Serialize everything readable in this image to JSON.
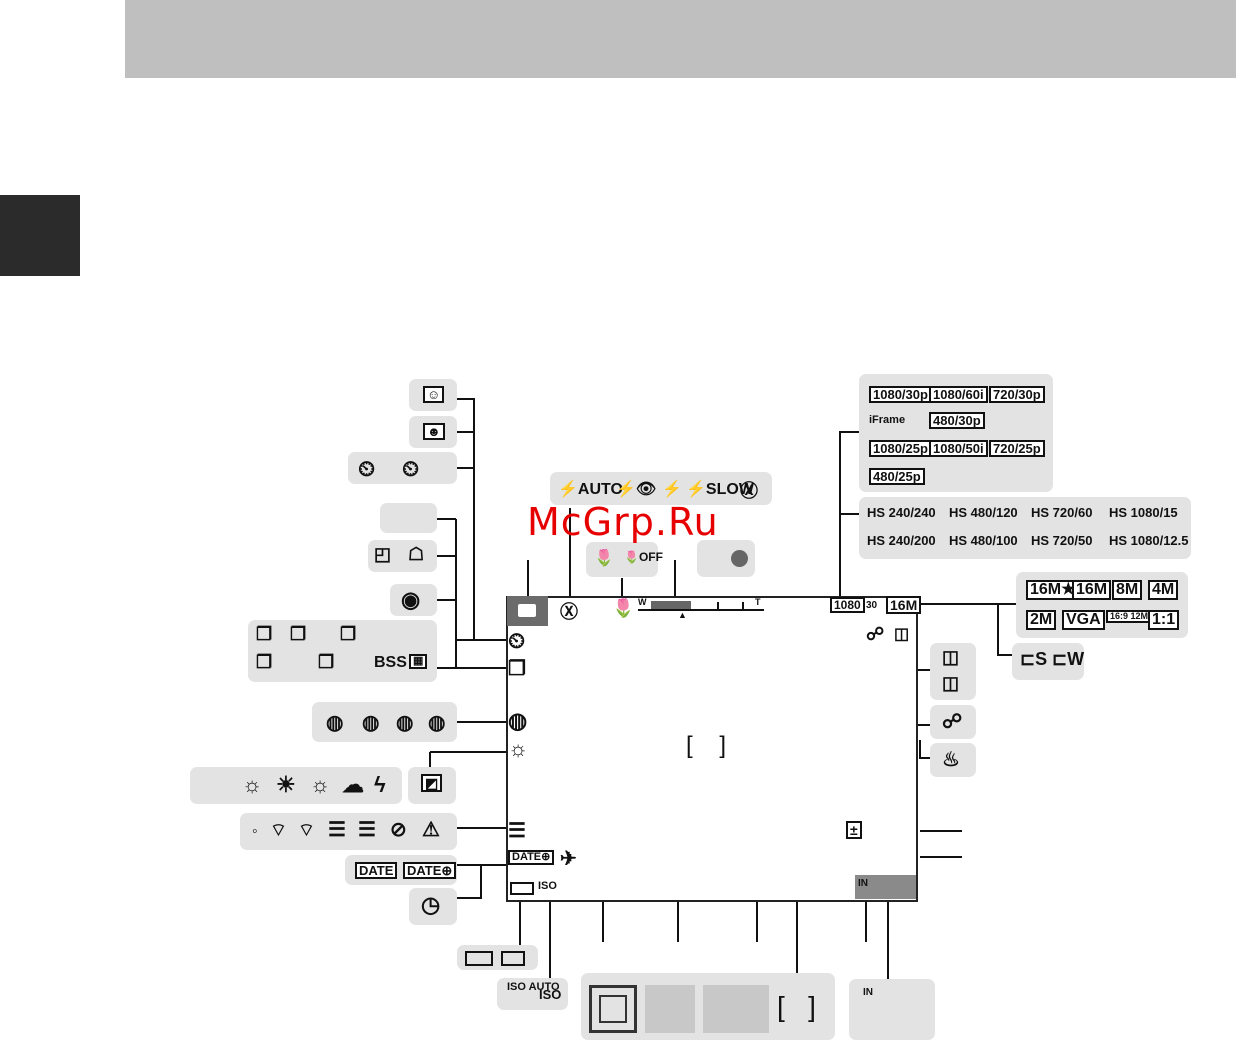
{
  "watermark": "McGrp.Ru",
  "flash_modes": [
    "⚡AUTO",
    "⚡👁",
    "⚡",
    "⚡SLOW",
    "Ⓧ"
  ],
  "macro": [
    "🌷",
    "🌷OFF"
  ],
  "zoom": {
    "w": "W",
    "t": "T"
  },
  "movie_modes_row1": [
    "1080/30p",
    "1080/60i",
    "720/30p"
  ],
  "movie_modes_row2": [
    "iFrame",
    "480/30p"
  ],
  "movie_modes_row3": [
    "1080/25p",
    "1080/50i",
    "720/25p"
  ],
  "movie_modes_row4": [
    "480/25p"
  ],
  "hs_row1": [
    "HS 240/240",
    "HS 480/120",
    "HS 720/60",
    "HS 1080/15"
  ],
  "hs_row2": [
    "HS 240/200",
    "HS 480/100",
    "HS 720/50",
    "HS 1080/12.5"
  ],
  "image_sizes_row1": [
    "16M★",
    "16M",
    "8M",
    "4M"
  ],
  "image_sizes_row2": [
    "2M",
    "VGA",
    "16:9 12M",
    "1:1"
  ],
  "continuous_row2_label": "BSS",
  "date_stamp": [
    "DATE",
    "DATE⊕"
  ],
  "screen": {
    "movie": "1080",
    "movie_sub": "30",
    "image_size": "16M",
    "date_icon": "DATE⊕",
    "iso_icon": "ISO",
    "memory": "IN"
  },
  "iso_options": [
    "ISO AUTO",
    "ISO"
  ],
  "memory_label": "IN",
  "colors": {
    "header": "#bfbfbf",
    "tab": "#2b2b2b",
    "pill": "#e3e3e3",
    "watermark": "#e60000"
  }
}
